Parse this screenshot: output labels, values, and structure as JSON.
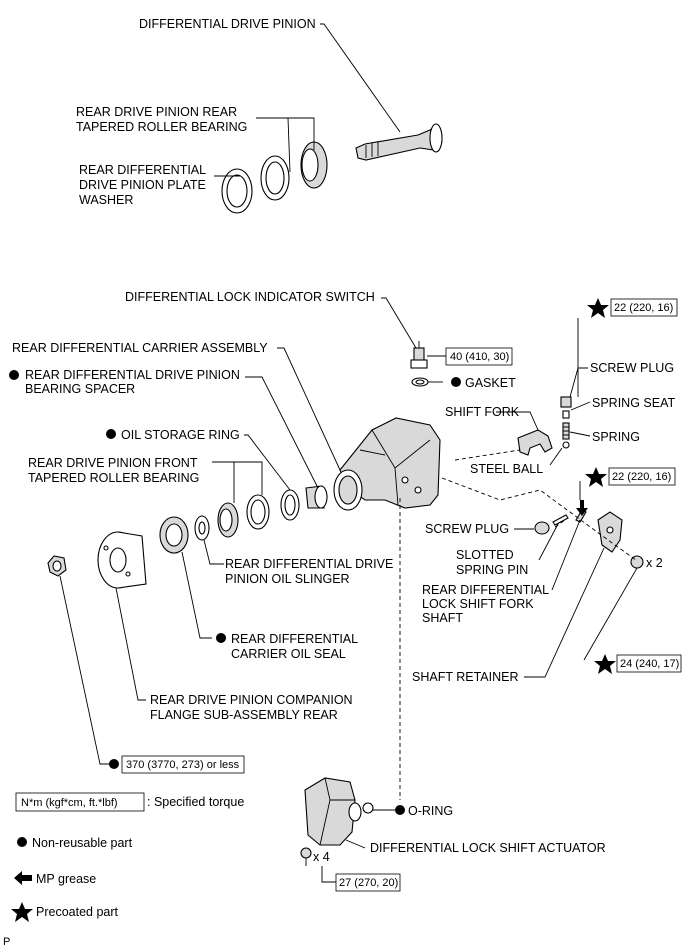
{
  "labels": {
    "differential_drive_pinion": "DIFFERENTIAL DRIVE PINION",
    "rear_bearing_l1": "REAR DRIVE PINION REAR",
    "rear_bearing_l2": "TAPERED ROLLER BEARING",
    "plate_washer_l1": "REAR DIFFERENTIAL",
    "plate_washer_l2": "DRIVE PINION PLATE",
    "plate_washer_l3": "WASHER",
    "lock_indicator_switch": "DIFFERENTIAL LOCK INDICATOR SWITCH",
    "carrier_assembly": "REAR DIFFERENTIAL CARRIER ASSEMBLY",
    "bearing_spacer_l1": "REAR DIFFERENTIAL DRIVE PINION",
    "bearing_spacer_l2": "BEARING SPACER",
    "oil_storage_ring": "OIL STORAGE RING",
    "front_bearing_l1": "REAR DRIVE PINION FRONT",
    "front_bearing_l2": "TAPERED ROLLER BEARING",
    "gasket": "GASKET",
    "shift_fork": "SHIFT FORK",
    "steel_ball": "STEEL BALL",
    "screw_plug_top": "SCREW PLUG",
    "spring_seat": "SPRING SEAT",
    "spring": "SPRING",
    "screw_plug_mid": "SCREW PLUG",
    "slotted_pin_l1": "SLOTTED",
    "slotted_pin_l2": "SPRING PIN",
    "fork_shaft_l1": "REAR DIFFERENTIAL",
    "fork_shaft_l2": "LOCK SHIFT FORK",
    "fork_shaft_l3": "SHAFT",
    "shaft_retainer": "SHAFT RETAINER",
    "oil_slinger_l1": "REAR DIFFERENTIAL DRIVE",
    "oil_slinger_l2": "PINION OIL SLINGER",
    "oil_seal_l1": "REAR DIFFERENTIAL",
    "oil_seal_l2": "CARRIER OIL SEAL",
    "companion_flange_l1": "REAR DRIVE PINION COMPANION",
    "companion_flange_l2": "FLANGE SUB-ASSEMBLY REAR",
    "o_ring": "O-RING",
    "shift_actuator": "DIFFERENTIAL LOCK SHIFT ACTUATOR",
    "x2": "x 2",
    "x4": "x 4",
    "page_code": "P"
  },
  "torques": {
    "switch": "40 (410, 30)",
    "screw_plug_top": "22 (220, 16)",
    "screw_plug_mid": "22 (220, 16)",
    "retainer_bolt": "24 (240, 17)",
    "nut": "370 (3770, 273) or less",
    "actuator_bolt": "27 (270, 20)"
  },
  "legend": {
    "torque_unit": "N*m (kgf*cm, ft.*lbf)",
    "torque_desc": ": Specified torque",
    "non_reusable": "Non-reusable part",
    "mp_grease": "MP grease",
    "precoated": "Precoated part"
  }
}
